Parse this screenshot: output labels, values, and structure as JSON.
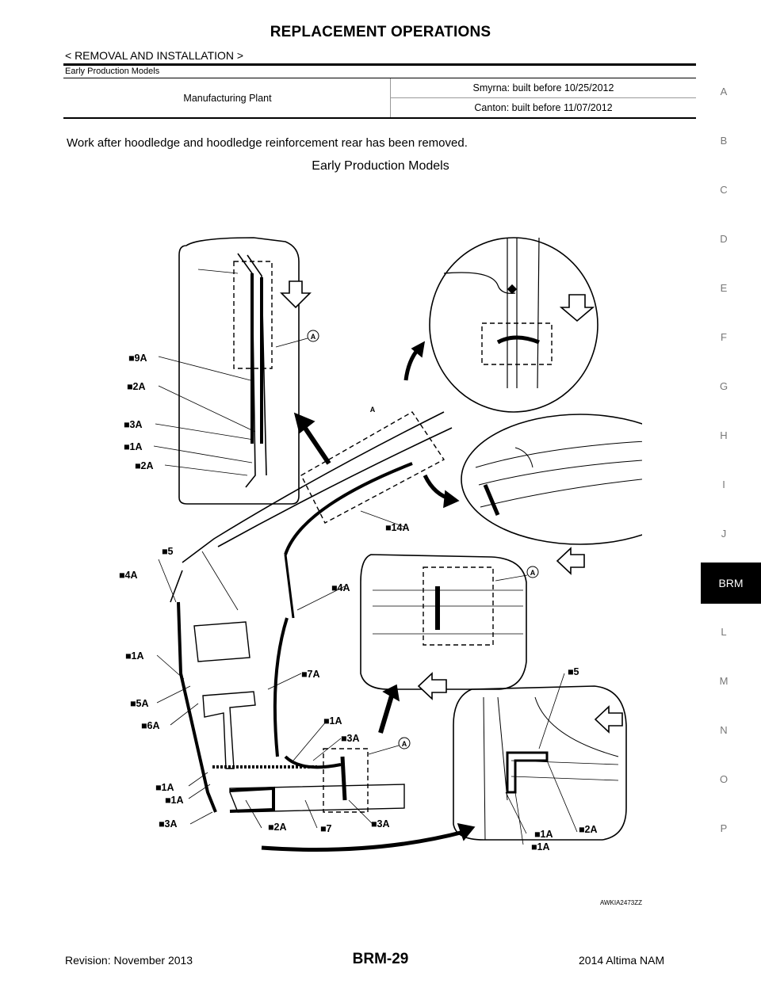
{
  "header": {
    "title": "REPLACEMENT OPERATIONS",
    "section": "< REMOVAL AND INSTALLATION >",
    "subsection": "Early Production Models"
  },
  "plant_table": {
    "label": "Manufacturing Plant",
    "rows": [
      "Smyrna: built before 10/25/2012",
      "Canton: built before 11/07/2012"
    ]
  },
  "instruction": "Work after hoodledge and hoodledge reinforcement rear has been removed.",
  "figure": {
    "title": "Early Production Models",
    "code": "AWKIA2473ZZ",
    "callouts": {
      "c9A": "■9A",
      "c2A_a": "■2A",
      "c3A_a": "■3A",
      "c1A_a": "■1A",
      "c2A_b": "■2A",
      "c14A": "■14A",
      "c5_a": "■5",
      "c4A_a": "■4A",
      "c4A_b": "■4A",
      "c1A_b": "■1A",
      "c7A": "■7A",
      "c5A": "■5A",
      "c6A": "■6A",
      "c1A_c": "■1A",
      "c3A_b": "■3A",
      "c1A_d": "■1A",
      "c1A_e": "■1A",
      "c3A_c": "■3A",
      "c2A_c": "■2A",
      "c7": "■7",
      "c3A_d": "■3A",
      "c5_b": "■5",
      "c1A_f": "■1A",
      "c2A_d": "■2A",
      "c1A_g": "■1A",
      "refA_1": "A",
      "refA_2": "A",
      "refA_3": "A",
      "refA_4": "A"
    }
  },
  "side_index": [
    "A",
    "B",
    "C",
    "D",
    "E",
    "F",
    "G",
    "H",
    "I",
    "J",
    "BRM",
    "L",
    "M",
    "N",
    "O",
    "P"
  ],
  "footer": {
    "revision": "Revision: November 2013",
    "page": "BRM-29",
    "model": "2014 Altima NAM"
  }
}
